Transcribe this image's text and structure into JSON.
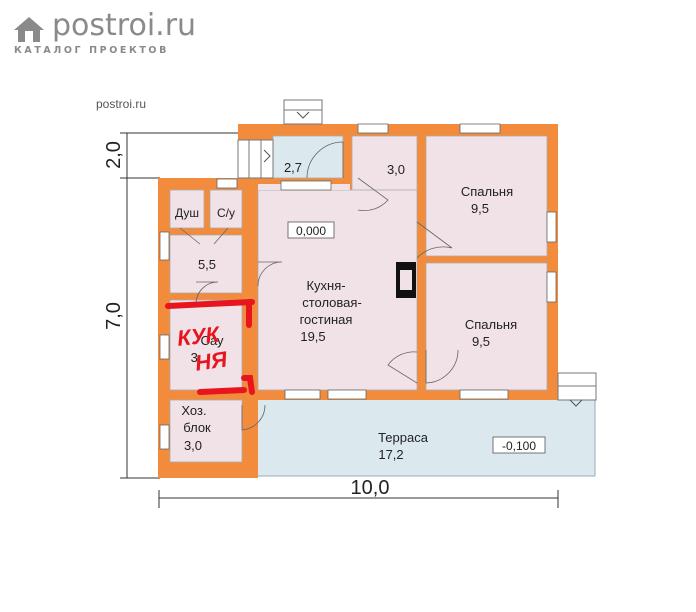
{
  "logo": {
    "text": "postroi.ru",
    "subtitle": "КАТАЛОГ ПРОЕКТОВ"
  },
  "watermark": "postroi.ru",
  "dimensions": {
    "top_side": "2,0",
    "left_side": "7,0",
    "bottom_side": "10,0"
  },
  "rooms": {
    "vestibule": "2,7",
    "hall_small": "3,0",
    "bedroom1_name": "Спальня",
    "bedroom1_area": "9,5",
    "shower": "Душ",
    "wc": "С/у",
    "corridor": "5,5",
    "living_line1": "Кухня-",
    "living_line2": "столовая-",
    "living_line3": "гостиная",
    "living_area": "19,5",
    "bedroom2_name": "Спальня",
    "bedroom2_area": "9,5",
    "sauna_fragment": "Сау",
    "sauna_area": "3,",
    "storage_line1": "Хоз.",
    "storage_line2": "блок",
    "storage_area": "3,0",
    "terrace_name": "Терраса",
    "terrace_area": "17,2"
  },
  "levels": {
    "main": "0,000",
    "terrace": "-0,100"
  },
  "markup": {
    "line1": "КУК",
    "line2": "НЯ"
  },
  "colors": {
    "wall": "#f28c3c",
    "room_fill": "#f0e2e6",
    "terrace_fill": "#dbe8ee",
    "marker": "#e8141e"
  }
}
